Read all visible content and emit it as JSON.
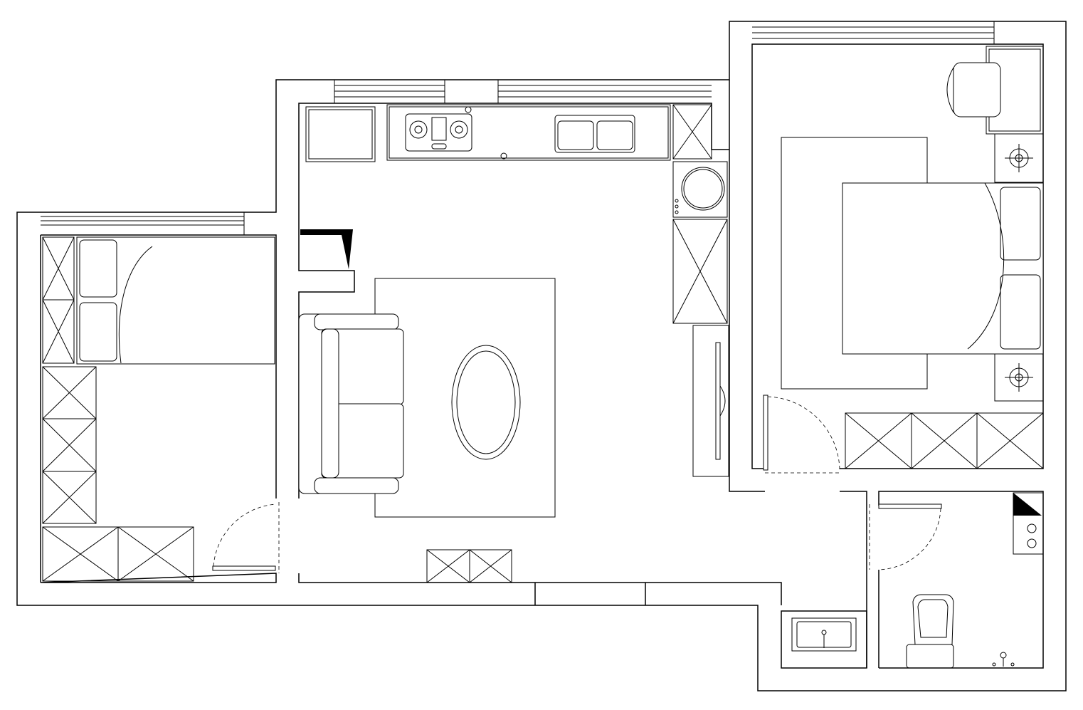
{
  "plan": {
    "type": "apartment-floor-plan",
    "line_color": "#000000",
    "background_color": "#ffffff",
    "rooms": [
      "left-bedroom",
      "living-kitchen",
      "right-bedroom",
      "bathroom",
      "washbasin-nook"
    ]
  }
}
